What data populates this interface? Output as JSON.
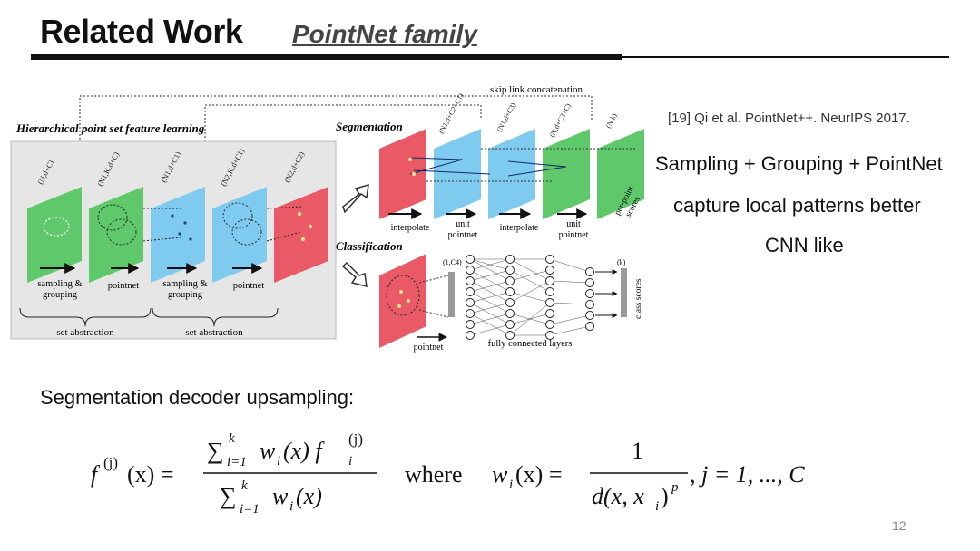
{
  "slide": {
    "title": "Related Work",
    "subtitle": "PointNet family",
    "citation": "[19] Qi et al. PointNet++. NeurIPS 2017.",
    "bullets": [
      "Sampling + Grouping + PointNet",
      "capture local patterns better",
      "CNN like"
    ],
    "decoder_heading": "Segmentation decoder upsampling:",
    "page_number": "12"
  },
  "figure": {
    "skip_link": "skip link concatenation",
    "hier_title": "Hierarchical point set feature learning",
    "seg_title": "Segmentation",
    "cls_title": "Classification",
    "dims": {
      "d1": "(N,d+C)",
      "d2": "(N1,K,d+C)",
      "d3": "(N1,d+C1)",
      "d4": "(N2,K,d+C1)",
      "d5": "(N2,d+C2)",
      "s1": "(N1,d+C2+C1)",
      "s2": "(N1,d+C3)",
      "s3": "(N,d+C3+C)",
      "s4": "(N,k)",
      "c1": "(1,C4)",
      "c2": "(k)"
    },
    "ops": {
      "sampling_grouping_1": "sampling &",
      "sampling_grouping_2": "grouping",
      "pointnet": "pointnet",
      "set_abstraction": "set abstraction",
      "interpolate": "interpolate",
      "unit_pointnet_1": "unit",
      "unit_pointnet_2": "pointnet",
      "per_point_1": "per-point",
      "per_point_2": "scores",
      "fully_connected": "fully connected layers",
      "class_scores": "class scores"
    }
  },
  "formula": {
    "lhs": "f",
    "sup_j": "(j)",
    "arg_x": "(x) =",
    "sum": "∑",
    "lim_upper": "k",
    "lim_lower": "i=1",
    "w_term": "w",
    "sub_i": "i",
    "num_rest": "(x) f",
    "den_rest": "(x)",
    "where": "where",
    "w_lhs": "(x) =",
    "one": "1",
    "d_den": "d(x, x",
    "d_close": ")",
    "p_sup": "p",
    "tail": ",  j = 1, ..., C"
  },
  "colors": {
    "green": "#5fc86a",
    "blue": "#7fcbef",
    "red": "#e95a66",
    "panel": "#e6e6e6"
  }
}
